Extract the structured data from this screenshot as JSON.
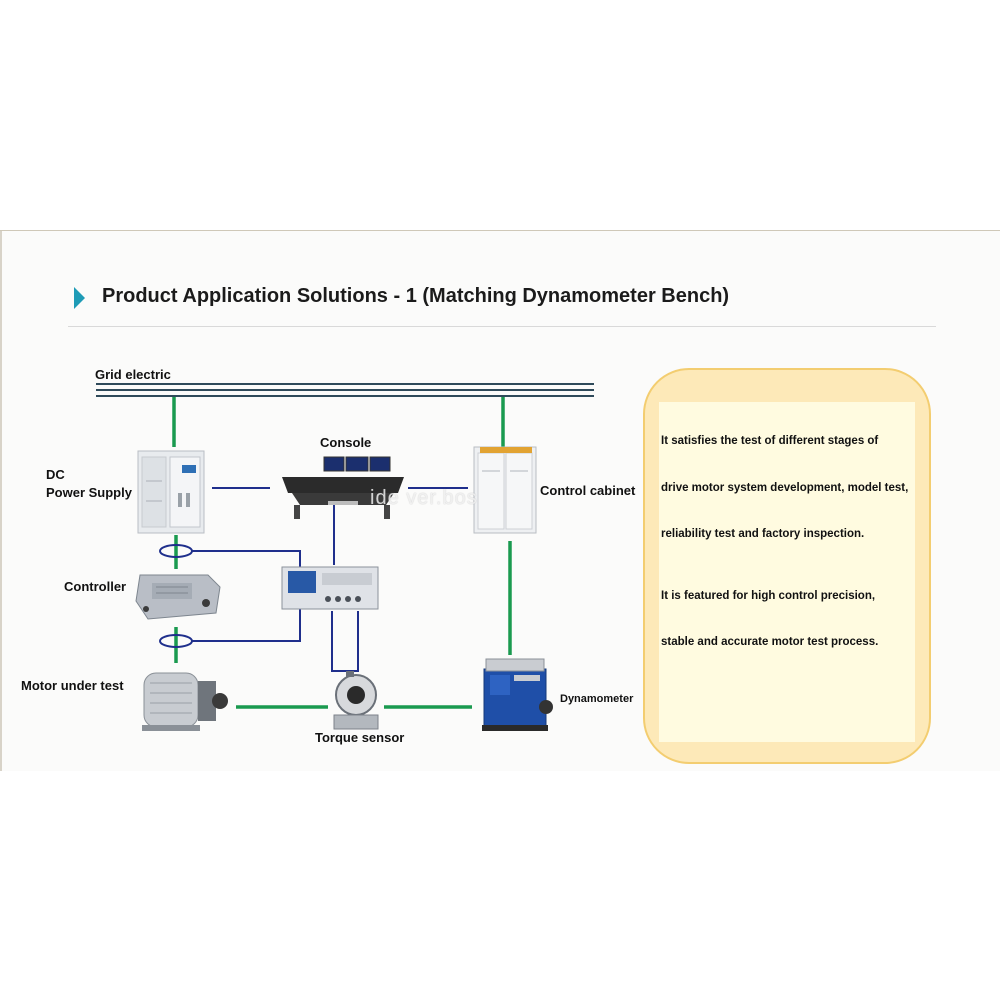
{
  "title": "Product Application Solutions - 1 (Matching Dynamometer Bench)",
  "labels": {
    "grid": "Grid electric",
    "dc_line1": "DC",
    "dc_line2": "Power Supply",
    "console": "Console",
    "control_cabinet": "Control cabinet",
    "controller": "Controller",
    "motor": "Motor under test",
    "torque": "Torque sensor",
    "dynamometer": "Dynamometer"
  },
  "watermark": "ide    ver.bos",
  "info": {
    "lines": [
      "It satisfies the test of different stages of",
      "drive motor system development, model test,",
      "reliability test and factory inspection.",
      "It is featured for high control precision,",
      "stable and accurate motor test process."
    ]
  },
  "colors": {
    "accent": "#1e9bb6",
    "power_line": "#1a9a4f",
    "signal_line": "#1f2f8c",
    "grid_line": "#2f4a5a",
    "card_border": "#f3cd70",
    "card_fill": "#fde9b8",
    "card_inner": "#fffbe0"
  },
  "icons": {
    "dc_power_supply": "power-supply-cabinet-icon",
    "console": "console-desk-icon",
    "control_cabinet": "control-cabinet-icon",
    "controller": "motor-controller-icon",
    "power_analyzer": "power-analyzer-icon",
    "motor": "electric-motor-icon",
    "torque_sensor": "torque-sensor-icon",
    "dynamometer": "dynamometer-icon"
  }
}
